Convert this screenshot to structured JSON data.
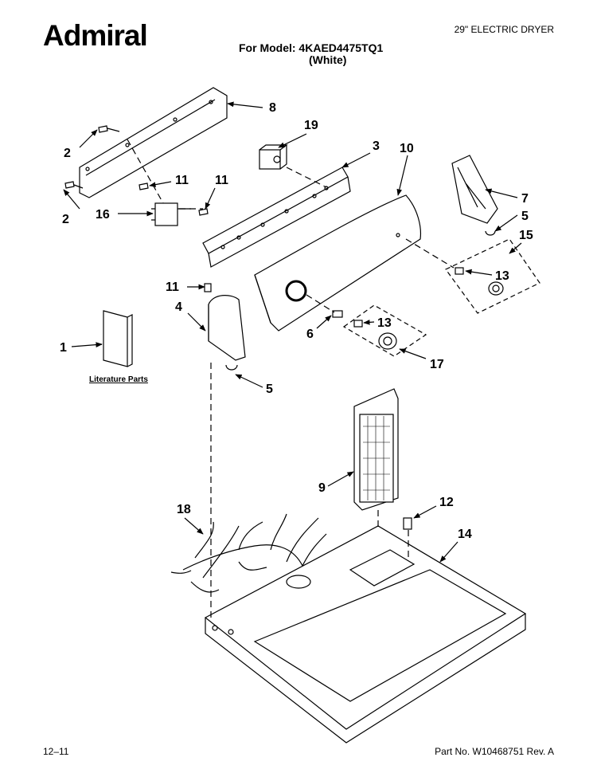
{
  "header": {
    "brand": "Admiral",
    "model_line": "For Model: 4KAED4475TQ1",
    "color_line": "(White)",
    "product": "29\" ELECTRIC DRYER"
  },
  "footer": {
    "date": "12–11",
    "part_number": "Part No. W10468751 Rev. A"
  },
  "diagram": {
    "callouts": {
      "c8": "8",
      "c19": "19",
      "c3": "3",
      "c10": "10",
      "c2a": "2",
      "c2b": "2",
      "c11a": "11",
      "c11b": "11",
      "c16": "16",
      "c7": "7",
      "c5a": "5",
      "c15": "15",
      "c13a": "13",
      "c11c": "11",
      "c4": "4",
      "c6": "6",
      "c13b": "13",
      "c17": "17",
      "c1": "1",
      "c5b": "5",
      "c9": "9",
      "c18": "18",
      "c12": "12",
      "c14": "14"
    },
    "literature_label": "Literature Parts"
  }
}
